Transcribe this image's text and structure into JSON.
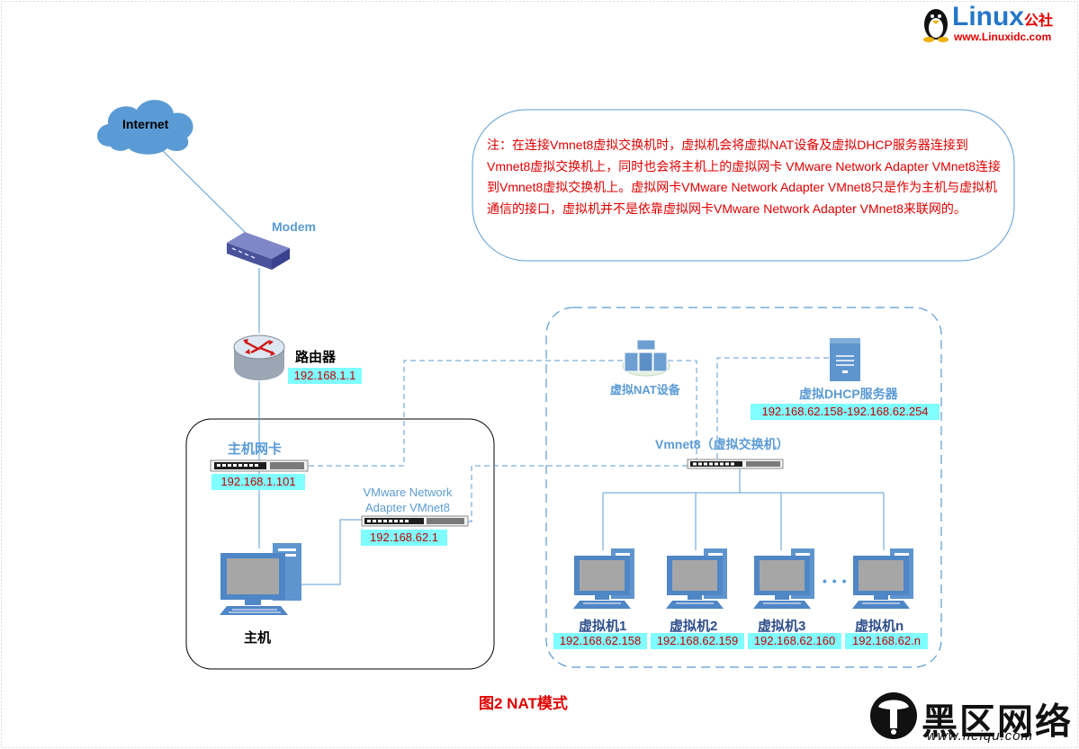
{
  "nodes": {
    "internet": "Internet",
    "modem": "Modem",
    "router": "路由器",
    "router_ip": "192.168.1.1",
    "host_nic": "主机网卡",
    "host_nic_ip": "192.168.1.101",
    "vmnet8_adapter_line1": "VMware Network",
    "vmnet8_adapter_line2": "Adapter VMnet8",
    "vmnet8_adapter_ip": "192.168.62.1",
    "host": "主机",
    "nat_device": "虚拟NAT设备",
    "dhcp_server": "虚拟DHCP服务器",
    "dhcp_range": "192.168.62.158-192.168.62.254",
    "vswitch": "Vmnet8（虚拟交换机）",
    "ellipsis": "• • •"
  },
  "vms": [
    {
      "name": "虚拟机1",
      "ip": "192.168.62.158"
    },
    {
      "name": "虚拟机2",
      "ip": "192.168.62.159"
    },
    {
      "name": "虚拟机3",
      "ip": "192.168.62.160"
    },
    {
      "name": "虚拟机n",
      "ip": "192.168.62.n"
    }
  ],
  "note": "注：在连接Vmnet8虚拟交换机时，虚拟机会将虚拟NAT设备及虚拟DHCP服务器连接到Vmnet8虚拟交换机上，同时也会将主机上的虚拟网卡 VMware Network Adapter VMnet8连接到Vmnet8虚拟交换机上。虚拟网卡VMware Network Adapter VMnet8只是作为主机与虚拟机通信的接口，虚拟机并不是依靠虚拟网卡VMware Network Adapter VMnet8来联网的。",
  "caption": "图2  NAT模式",
  "watermark_top": {
    "brand": "Linux",
    "suffix": "公社",
    "url": "www.Linuxidc.com"
  },
  "watermark_bottom": {
    "brand": "黑区网络",
    "url": "www.heiqu.com"
  },
  "colors": {
    "line": "#5b9bd5",
    "ip_bg": "#7fffff",
    "ip_text": "#c00000",
    "note_text": "#e00000",
    "label_blue": "#5b9bd5"
  }
}
